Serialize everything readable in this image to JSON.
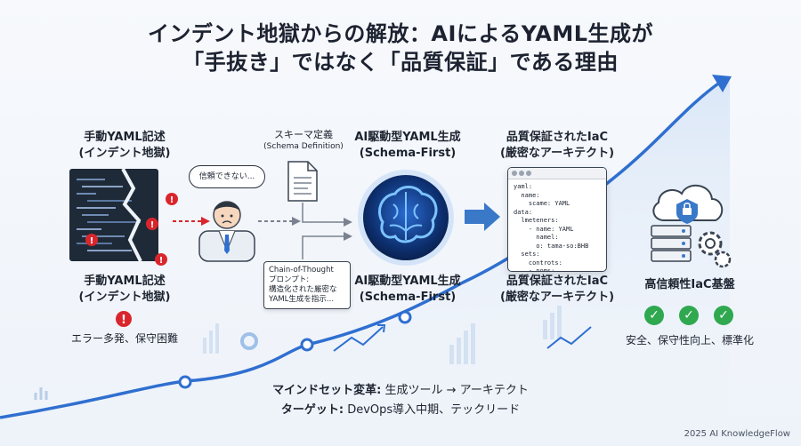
{
  "title": {
    "line1": "インデント地獄からの解放：AIによるYAML生成が",
    "line2": "「手抜き」ではなく「品質保証」である理由"
  },
  "manual": {
    "top_label1": "手動YAML記述",
    "top_label2": "(インデント地獄)",
    "bottom_label1": "手動YAML記述",
    "bottom_label2": "(インデント地獄)",
    "issue": "エラー多発、保守困難"
  },
  "engineer": {
    "bubble": "信頼できない..."
  },
  "schema": {
    "label1": "スキーマ定義",
    "label2": "(Schema Definition)"
  },
  "cot": {
    "line1": "Chain-of-Thought",
    "line2": "プロンプト:",
    "line3": "構造化された厳密な",
    "line4": "YAML生成を指示..."
  },
  "ai": {
    "top_label1": "AI駆動型YAML生成",
    "top_label2": "(Schema-First)",
    "bottom_label1": "AI駆動型YAML生成",
    "bottom_label2": "(Schema-First)"
  },
  "qa": {
    "top_label1": "品質保証されたIaC",
    "top_label2": "(厳密なアーキテクト)",
    "bottom_label1": "品質保証されたIaC",
    "bottom_label2": "(厳密なアーキテクト)",
    "code": "yaml:\n  name:\n    scame: YAML\ndata:\n  lmeteners:\n    - name: YAML\n      namel:\n      o: tama-so:BHB\n  sets:\n    controts:\n    - noms:\n      o: yaml"
  },
  "infra": {
    "label": "高信頼性IaC基盤",
    "benefits": "安全、保守性向上、標準化"
  },
  "bottom": {
    "line1_key": "マインドセット変革:",
    "line1_val": "生成ツール → アーキテクト",
    "line2_key": "ターゲット:",
    "line2_val": "DevOps導入中期、テックリード"
  },
  "footer": "2025 AI KnowledgeFlow",
  "colors": {
    "accent": "#3a78c8",
    "curve": "#2f6fd0",
    "error": "#d9262c",
    "check": "#2fa84f",
    "dark_code": "#1f2a38"
  }
}
